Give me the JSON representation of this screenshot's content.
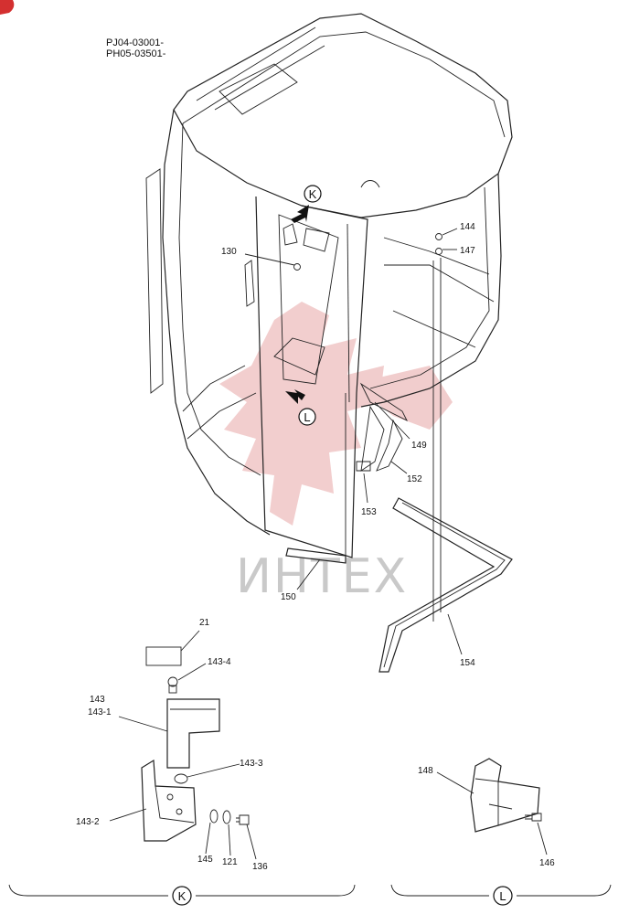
{
  "serials": [
    "PJ04-03001-",
    "PH05-03501-"
  ],
  "watermark": "ИНТЕХ",
  "part_labels": {
    "p130": "130",
    "p144": "144",
    "p147": "147",
    "p149": "149",
    "p152": "152",
    "p153": "153",
    "p150": "150",
    "p154": "154",
    "p21": "21",
    "p143_4": "143-4",
    "p143": "143",
    "p143_1": "143-1",
    "p143_3": "143-3",
    "p143_2": "143-2",
    "p145": "145",
    "p121": "121",
    "p136": "136",
    "p148": "148",
    "p146": "146"
  },
  "view_markers": {
    "k": "K",
    "l": "L"
  },
  "section_labels": {
    "k": "K",
    "l": "L"
  }
}
